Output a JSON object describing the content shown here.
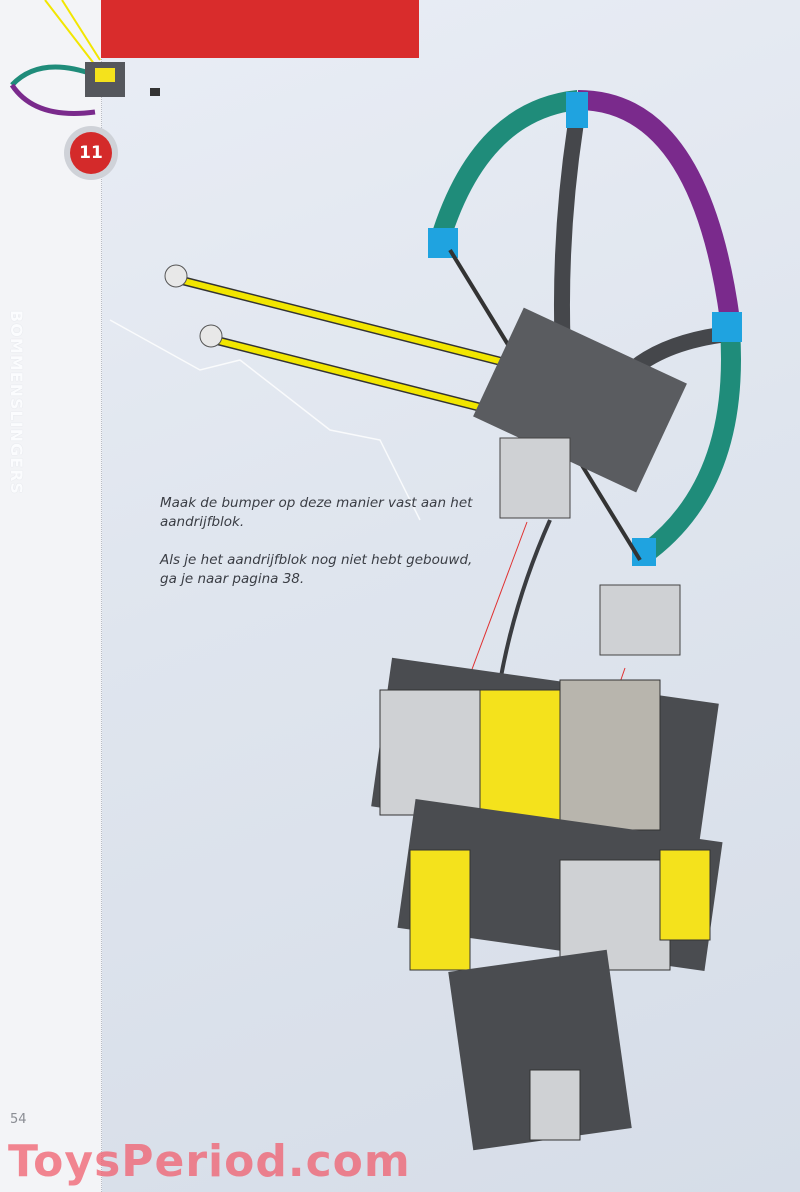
{
  "sidebar": {
    "title": "BOMMENSLINGERS",
    "step_number": "11"
  },
  "instructions": {
    "paragraph_1": "Maak de bumper op deze manier vast aan het aandrijfblok.",
    "paragraph_2": "Als je het aandrijfblok nog niet hebt gebouwd, ga je naar pagina 38."
  },
  "footer": {
    "page_number": "54",
    "watermark": "ToysPeriod.com"
  },
  "colors": {
    "banner": "#d92c2c",
    "axle": "#f2e600",
    "teal_tube": "#1f8c7a",
    "purple_tube": "#7a2a8c",
    "connector_blue": "#1fa3e0",
    "brick_yellow": "#f4e21c",
    "brick_dark": "#4a4c50"
  }
}
